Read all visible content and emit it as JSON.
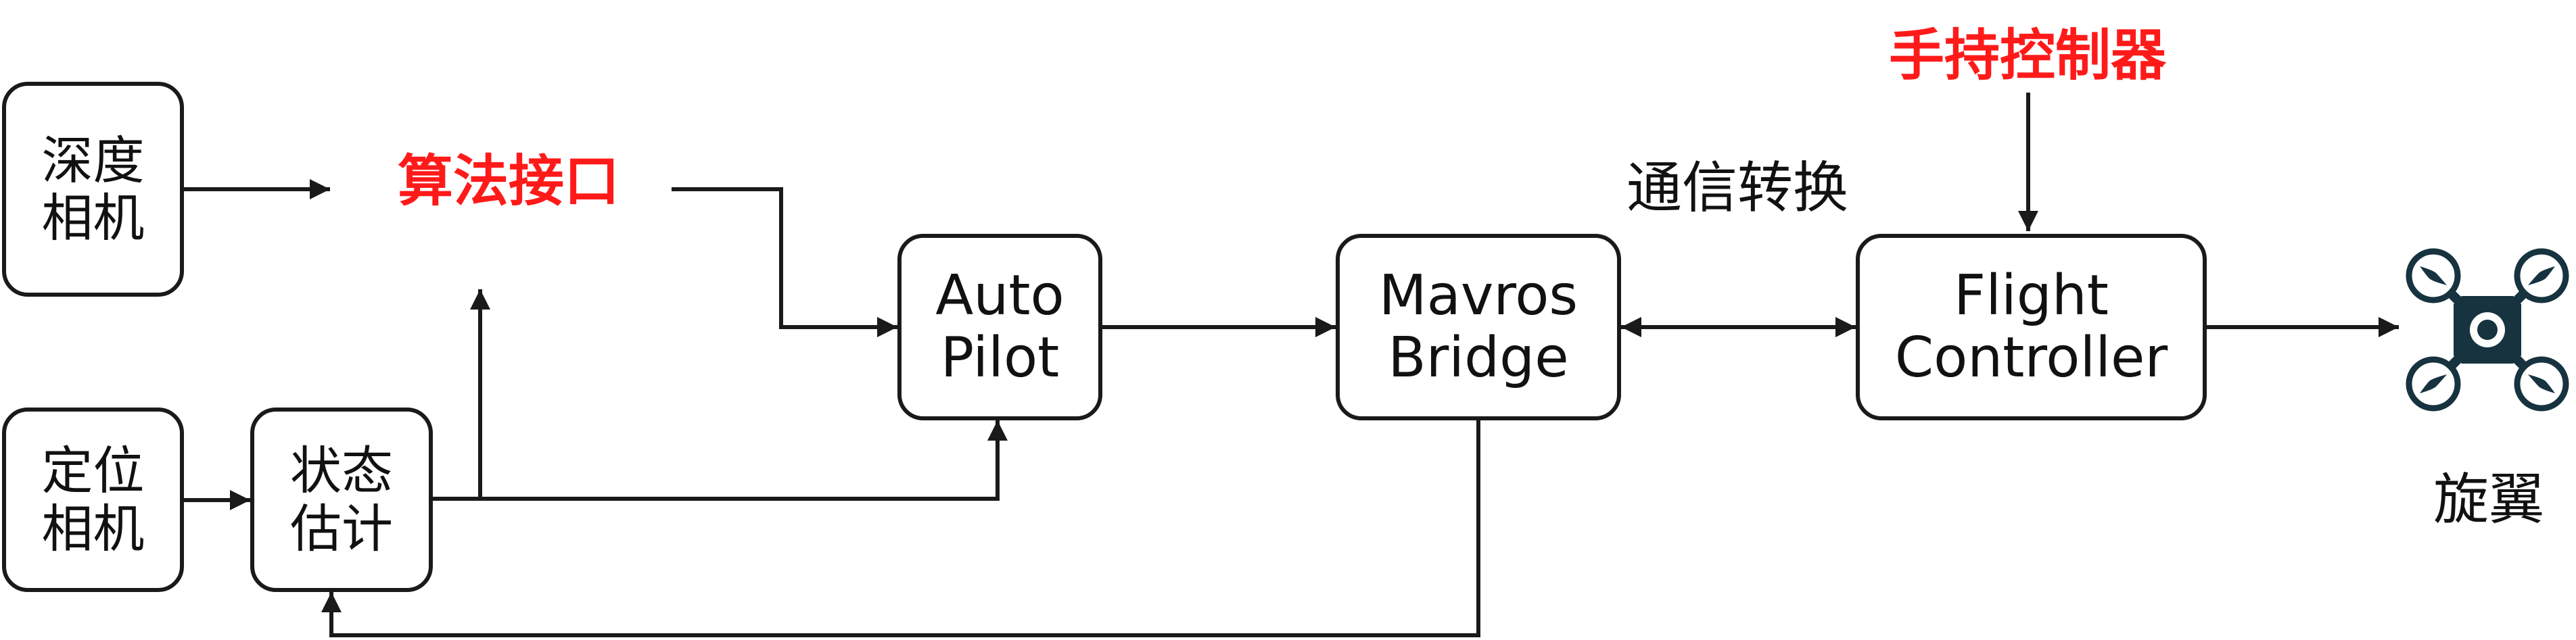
{
  "colors": {
    "line": "#1a1a1a",
    "text": "#111111",
    "highlight": "#ff1a1a",
    "drone_body": "#16333f"
  },
  "nodes": {
    "depth_camera": {
      "line1": "深度",
      "line2": "相机"
    },
    "positioning_camera": {
      "line1": "定位",
      "line2": "相机"
    },
    "state_estimation": {
      "line1": "状态",
      "line2": "估计"
    },
    "auto_pilot": {
      "line1": "Auto",
      "line2": "Pilot"
    },
    "mavros_bridge": {
      "line1": "Mavros",
      "line2": "Bridge"
    },
    "flight_controller": {
      "line1": "Flight",
      "line2": "Controller"
    }
  },
  "labels": {
    "algorithm_interface": "算法接口",
    "handheld_controller": "手持控制器",
    "comm_conversion": "通信转换",
    "rotor": "旋翼"
  },
  "icons": {
    "drone": "quadrotor-drone-icon"
  }
}
